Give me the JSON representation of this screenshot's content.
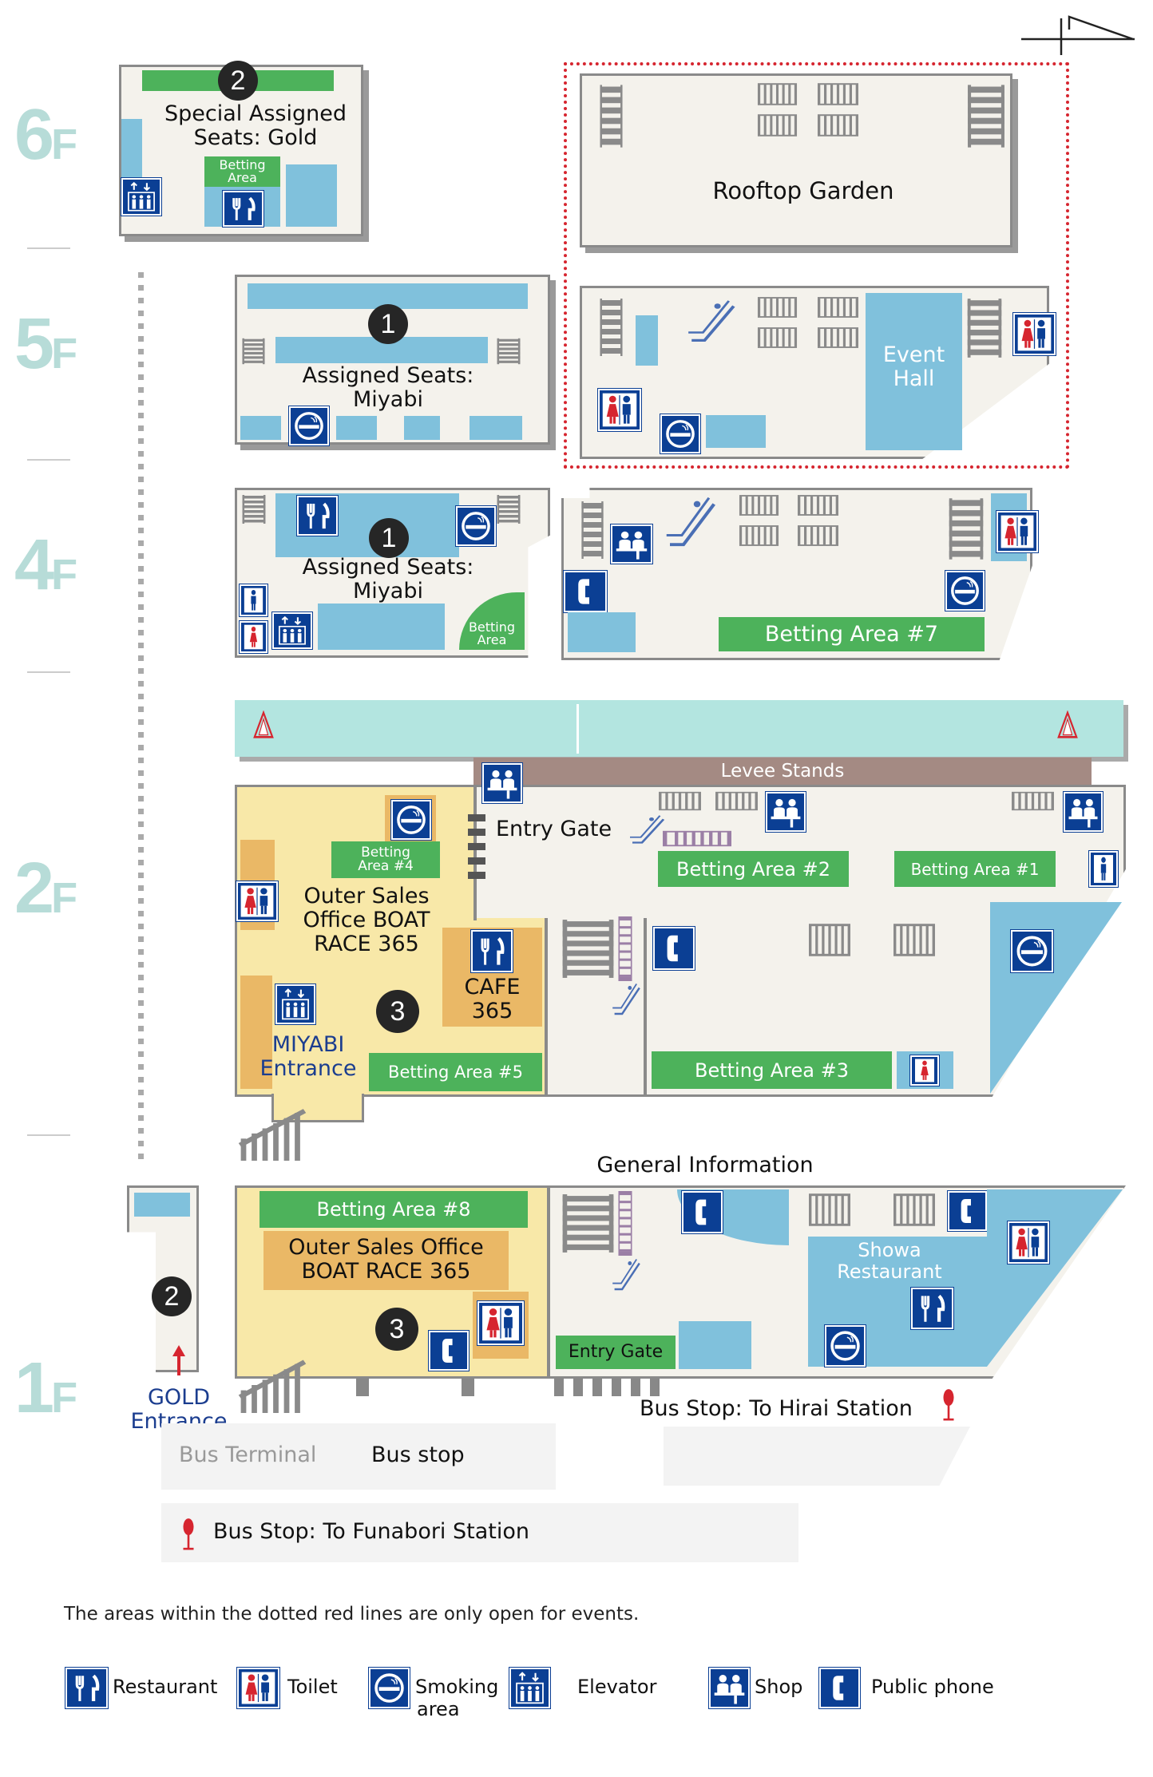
{
  "floors": {
    "f6": "6",
    "f5": "5",
    "f4": "4",
    "f2": "2",
    "f1": "1",
    "suffix": "F"
  },
  "f6": {
    "badge": "2",
    "title_line1": "Special Assigned",
    "title_line2": "Seats: Gold",
    "betting_line1": "Betting",
    "betting_line2": "Area"
  },
  "f5": {
    "badge": "1",
    "title_line1": "Assigned Seats:",
    "title_line2": "Miyabi",
    "rooftop": "Rooftop Garden",
    "event_line1": "Event",
    "event_line2": "Hall"
  },
  "f4": {
    "badge": "1",
    "title_line1": "Assigned Seats:",
    "title_line2": "Miyabi",
    "betting_line1": "Betting",
    "betting_line2": "Area",
    "betting7": "Betting Area #7"
  },
  "f2": {
    "levee": "Levee Stands",
    "entry_gate": "Entry Gate",
    "betting4_line1": "Betting",
    "betting4_line2": "Area #4",
    "outer_line1": "Outer Sales",
    "outer_line2": "Office BOAT",
    "outer_line3": "RACE 365",
    "cafe_line1": "CAFE",
    "cafe_line2": "365",
    "badge": "3",
    "miyabi_line1": "MIYABI",
    "miyabi_line2": "Entrance",
    "betting5": "Betting Area #5",
    "betting2": "Betting Area #2",
    "betting1": "Betting Area #1",
    "betting3": "Betting Area #3"
  },
  "f1": {
    "general_info": "General Information",
    "betting8": "Betting Area #8",
    "outer_line1": "Outer Sales Office",
    "outer_line2": "BOAT RACE 365",
    "badge3": "3",
    "badge2": "2",
    "showa_line1": "Showa",
    "showa_line2": "Restaurant",
    "entry_gate": "Entry Gate",
    "gold_line1": "GOLD",
    "gold_line2": "Entrance",
    "bus_hirai": "Bus Stop: To Hirai Station",
    "bus_terminal": "Bus Terminal",
    "bus_stop": "Bus stop",
    "bus_funabori": "Bus Stop: To Funabori Station"
  },
  "note": "The areas within the dotted red lines are only open for events.",
  "legend": {
    "restaurant": "Restaurant",
    "toilet": "Toilet",
    "smoking_line1": "Smoking",
    "smoking_line2": "area",
    "elevator": "Elevator",
    "shop": "Shop",
    "phone": "Public phone"
  },
  "colors": {
    "seat_blue": "#80c1dc",
    "betting_green": "#4db25b",
    "icon_blue": "#0b3f94",
    "event_red": "#d6252f",
    "outer_yellow": "#f8e8a8",
    "cafe_orange": "#eab866"
  }
}
